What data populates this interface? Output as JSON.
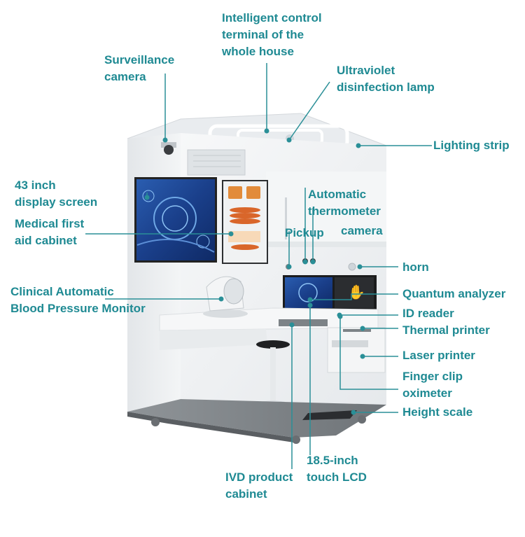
{
  "colors": {
    "label": "#1f8a93",
    "leader": "#2a8f97",
    "panel": "#eef1f3",
    "screen": "#1b3f86"
  },
  "labels": {
    "intelligent_control": [
      "Intelligent control",
      "terminal of the",
      "whole house"
    ],
    "surveillance_camera": [
      "Surveillance",
      "camera"
    ],
    "uv_lamp": [
      "Ultraviolet",
      "disinfection lamp"
    ],
    "lighting_strip": [
      "Lighting strip"
    ],
    "display_screen": [
      "43 inch",
      "display screen"
    ],
    "first_aid": [
      "Medical first",
      "aid cabinet"
    ],
    "thermometer": [
      "Automatic",
      "thermometer"
    ],
    "pickup": [
      "Pickup"
    ],
    "camera": [
      "camera"
    ],
    "horn": [
      "horn"
    ],
    "blood_pressure": [
      "Clinical Automatic",
      "Blood Pressure Monitor"
    ],
    "quantum": [
      "Quantum analyzer"
    ],
    "id_reader": [
      "ID reader"
    ],
    "thermal_printer": [
      "Thermal printer"
    ],
    "laser_printer": [
      "Laser printer"
    ],
    "finger_clip": [
      "Finger clip",
      "oximeter"
    ],
    "height_scale": [
      "Height scale"
    ],
    "lcd": [
      "18.5-inch",
      "touch LCD"
    ],
    "ivd": [
      "IVD product",
      "cabinet"
    ]
  }
}
